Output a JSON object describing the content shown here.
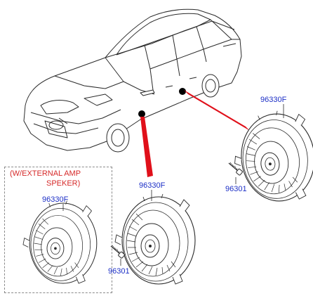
{
  "colors": {
    "label_blue": "#1c2fc6",
    "note_red": "#d62a2a",
    "leader_red": "#e0101a",
    "outline": "#2a2a2a"
  },
  "icons": [
    "car-icon",
    "speaker-icon",
    "screw-icon"
  ],
  "callouts": {
    "speaker_right": "96330F",
    "screw_right": "96301",
    "speaker_center": "96330F",
    "screw_center": "96301",
    "speaker_external": "96330F"
  },
  "external_box": {
    "line1": "(W/EXTERNAL AMP",
    "line2": "SPEKER)"
  }
}
